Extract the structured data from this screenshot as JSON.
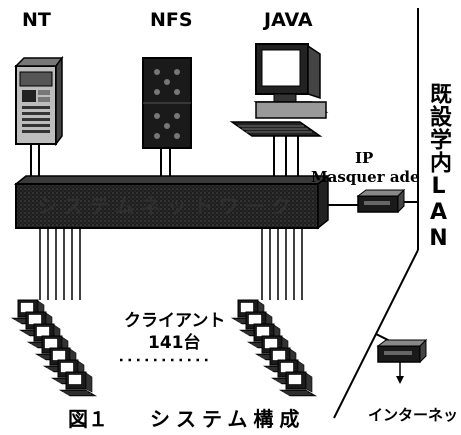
{
  "servers": {
    "nt_label": "NT",
    "nfs_label": "NFS",
    "java_label": "JAVA"
  },
  "lan_label": "既設学内LAN",
  "masquerade": {
    "line1": "IP",
    "line2": "Masquer ade"
  },
  "clients": {
    "line1": "クライアント",
    "line2": "141台"
  },
  "internet_label": "インターネット",
  "caption": {
    "number": "図１",
    "title": "システム構成"
  },
  "switch_label": "システムネットワーク"
}
